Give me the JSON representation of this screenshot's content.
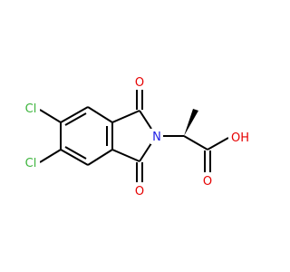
{
  "atoms": {
    "cl1": {
      "text": "Cl",
      "color": "#3cb43c"
    },
    "cl2": {
      "text": "Cl",
      "color": "#3cb43c"
    },
    "o1": {
      "text": "O",
      "color": "#e60000"
    },
    "o2": {
      "text": "O",
      "color": "#e60000"
    },
    "o3": {
      "text": "O",
      "color": "#e60000"
    },
    "oh": {
      "text": "OH",
      "color": "#e60000"
    },
    "n": {
      "text": "N",
      "color": "#2020e6"
    }
  }
}
